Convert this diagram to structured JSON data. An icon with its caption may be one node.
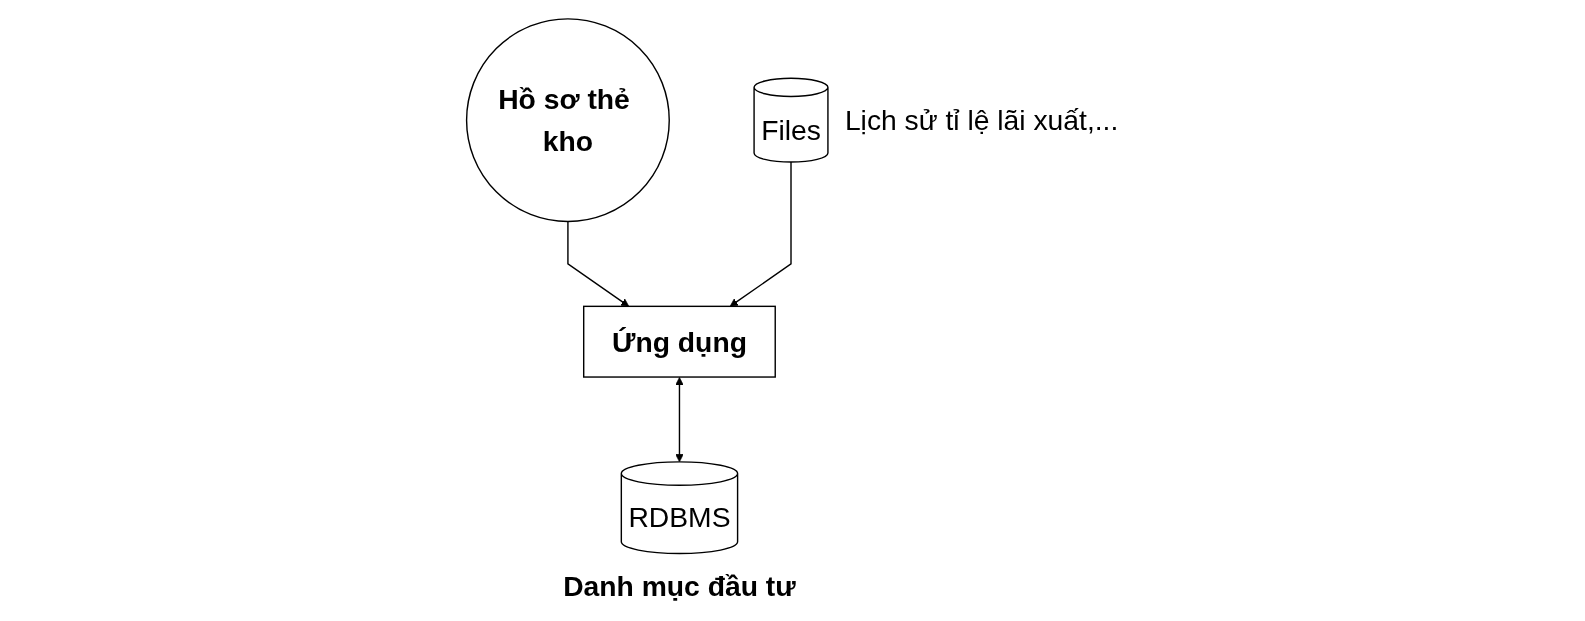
{
  "diagram": {
    "nodes": [
      {
        "text": [
          "Ứng dụng"
        ]
      },
      {
        "text": [
          "Hồ sơ thẻ kho"
        ]
      },
      {
        "text": [
          "RDBMS"
        ],
        "beside": [
          "Danh mục đầu tư"
        ]
      },
      {
        "text": [
          "Files"
        ],
        "beside": [
          "Lịch sử tỉ lệ lãi xuất,..."
        ]
      }
    ],
    "edges": [
      {
        "from": 1,
        "to": 0,
        "arrow": "to"
      },
      {
        "from": 0,
        "to": 2,
        "arrow": "both"
      },
      {
        "from": 3,
        "to": 0,
        "arrow": "to"
      }
    ]
  }
}
